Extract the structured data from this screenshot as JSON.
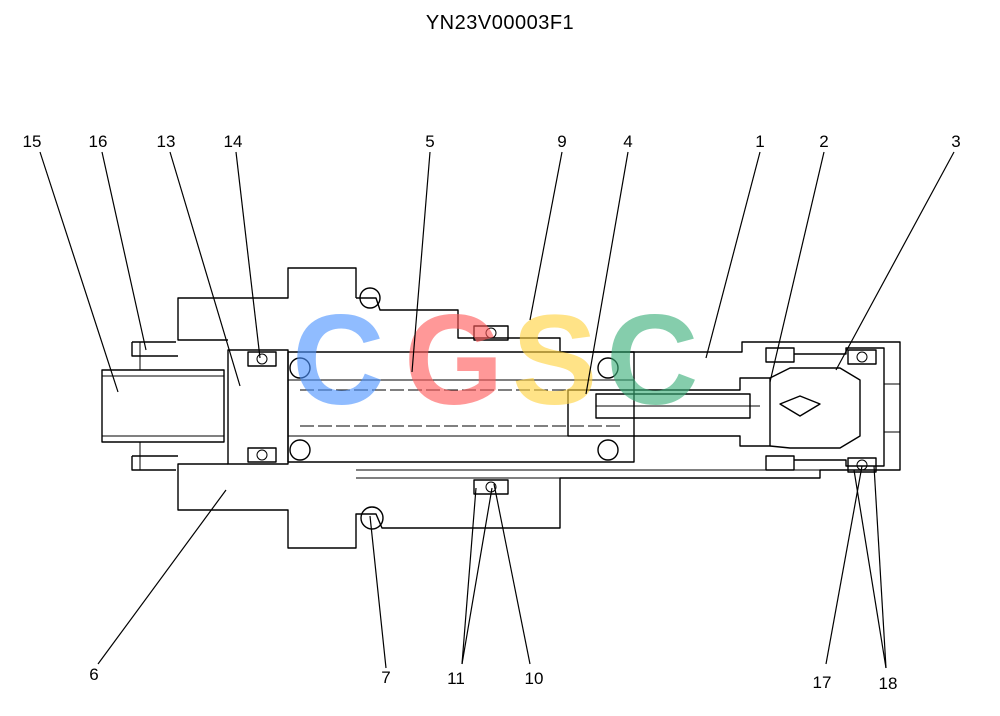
{
  "title": "YN23V00003F1",
  "watermark": {
    "letters": [
      {
        "char": "C",
        "color": "#4d94ff"
      },
      {
        "char": "G",
        "color": "#ff5a5a"
      },
      {
        "char": "S",
        "color": "#ffd23f"
      },
      {
        "char": "C",
        "color": "#3bb07a"
      }
    ]
  },
  "callouts": {
    "c1": "1",
    "c2": "2",
    "c3": "3",
    "c4": "4",
    "c5": "5",
    "c6": "6",
    "c7": "7",
    "c9": "9",
    "c10": "10",
    "c11": "11",
    "c13": "13",
    "c14": "14",
    "c15": "15",
    "c16": "16",
    "c17": "17",
    "c18": "18"
  }
}
